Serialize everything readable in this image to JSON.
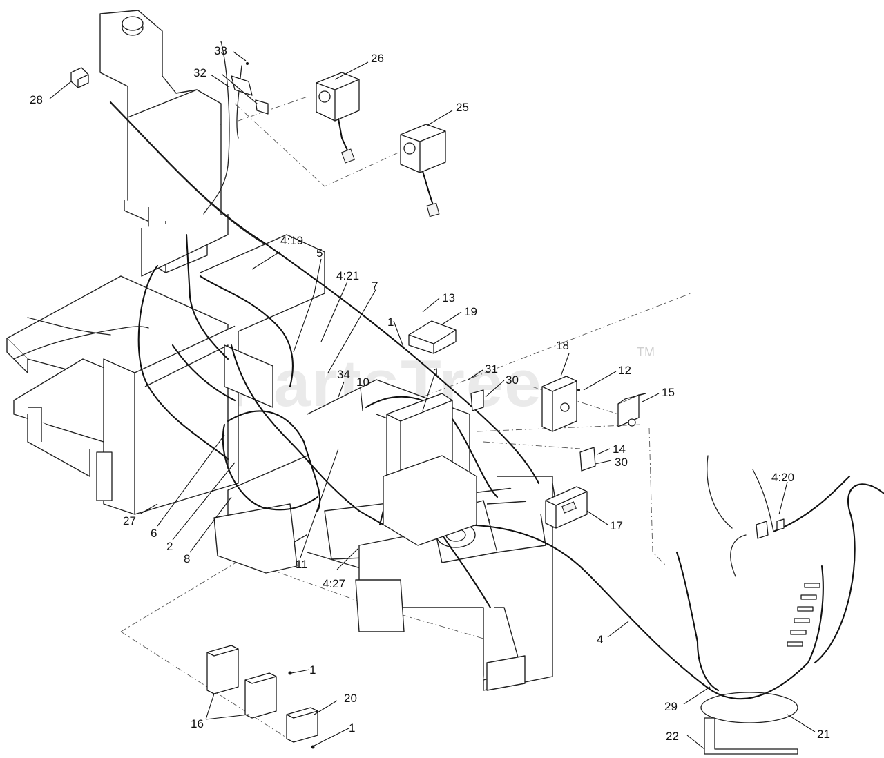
{
  "watermark": {
    "text": "PartsTree",
    "trademark": "TM"
  },
  "callouts": [
    {
      "label": "33"
    },
    {
      "label": "32"
    },
    {
      "label": "28"
    },
    {
      "label": "26"
    },
    {
      "label": "25"
    },
    {
      "label": "4:19"
    },
    {
      "label": "5"
    },
    {
      "label": "4:21"
    },
    {
      "label": "7"
    },
    {
      "label": "13"
    },
    {
      "label": "19"
    },
    {
      "label": "1"
    },
    {
      "label": "18"
    },
    {
      "label": "31"
    },
    {
      "label": "30"
    },
    {
      "label": "34"
    },
    {
      "label": "10"
    },
    {
      "label": "1"
    },
    {
      "label": "12"
    },
    {
      "label": "15"
    },
    {
      "label": "14"
    },
    {
      "label": "30"
    },
    {
      "label": "4:20"
    },
    {
      "label": "17"
    },
    {
      "label": "27"
    },
    {
      "label": "6"
    },
    {
      "label": "2"
    },
    {
      "label": "8"
    },
    {
      "label": "11"
    },
    {
      "label": "4:27"
    },
    {
      "label": "4"
    },
    {
      "label": "1"
    },
    {
      "label": "20"
    },
    {
      "label": "16"
    },
    {
      "label": "1"
    },
    {
      "label": "29"
    },
    {
      "label": "21"
    },
    {
      "label": "22"
    }
  ]
}
